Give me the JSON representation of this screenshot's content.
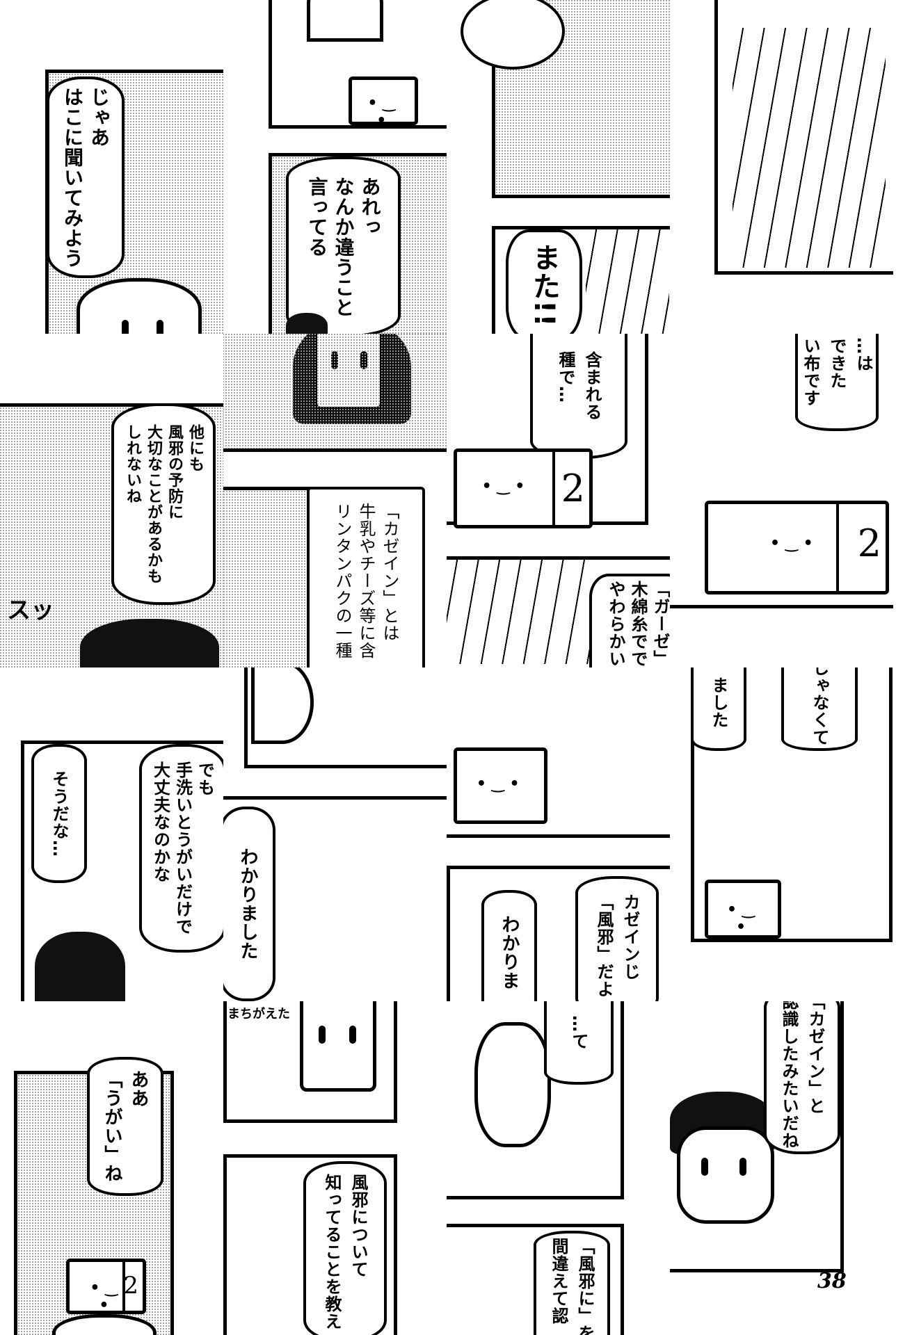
{
  "page_number": "38",
  "tiles": {
    "t00": {
      "lines": [
        "じゃあ",
        "はこに聞いてみよう"
      ]
    },
    "t01": {
      "lines": [
        "あれっ",
        "なんか違うこと",
        "言ってる"
      ]
    },
    "t02": {
      "lines": [
        "また!!"
      ]
    },
    "t10": {
      "lines": [
        "他にも",
        "風邪の予防に",
        "大切なことがあるかも",
        "しれないね"
      ],
      "sfx": "スッ"
    },
    "t11": {
      "lines": [
        "「カゼイン」とは",
        "牛乳やチーズ等に含",
        "リンタンパクの一種"
      ]
    },
    "t12": {
      "top_lines": [
        "含まれる",
        "種で…"
      ],
      "box_number": "2",
      "bottom_lines": [
        "「ガーゼ」と",
        "木綿糸でで",
        "やわらかい"
      ]
    },
    "t13": {
      "lines": [
        "…は",
        "できた",
        "い布です"
      ],
      "box_number": "2"
    },
    "t20": {
      "lines_a": [
        "でも",
        "手洗いとうがいだけで",
        "大丈夫なのかな"
      ],
      "lines_b": [
        "そうだな…"
      ]
    },
    "t21": {
      "lines": [
        "わかりました"
      ]
    },
    "t22": {
      "lines_a": [
        "カゼインじ",
        "「風邪」だよ"
      ],
      "lines_b": [
        "わかりま"
      ]
    },
    "t23": {
      "lines_a": [
        "じゃなくて"
      ],
      "lines_b": [
        "ました"
      ]
    },
    "t30": {
      "lines": [
        "ああ",
        "「うがい」ね"
      ],
      "box_number": "2"
    },
    "t31": {
      "sfx": "まちがえた",
      "lines": [
        "風邪について",
        "知ってることを教え"
      ]
    },
    "t32": {
      "lines_a": [
        "…て"
      ],
      "lines_b": [
        "「風邪に」を",
        "間違えて認"
      ]
    },
    "t33": {
      "lines": [
        "「カゼイン」と",
        "認識したみたいだね"
      ]
    }
  }
}
